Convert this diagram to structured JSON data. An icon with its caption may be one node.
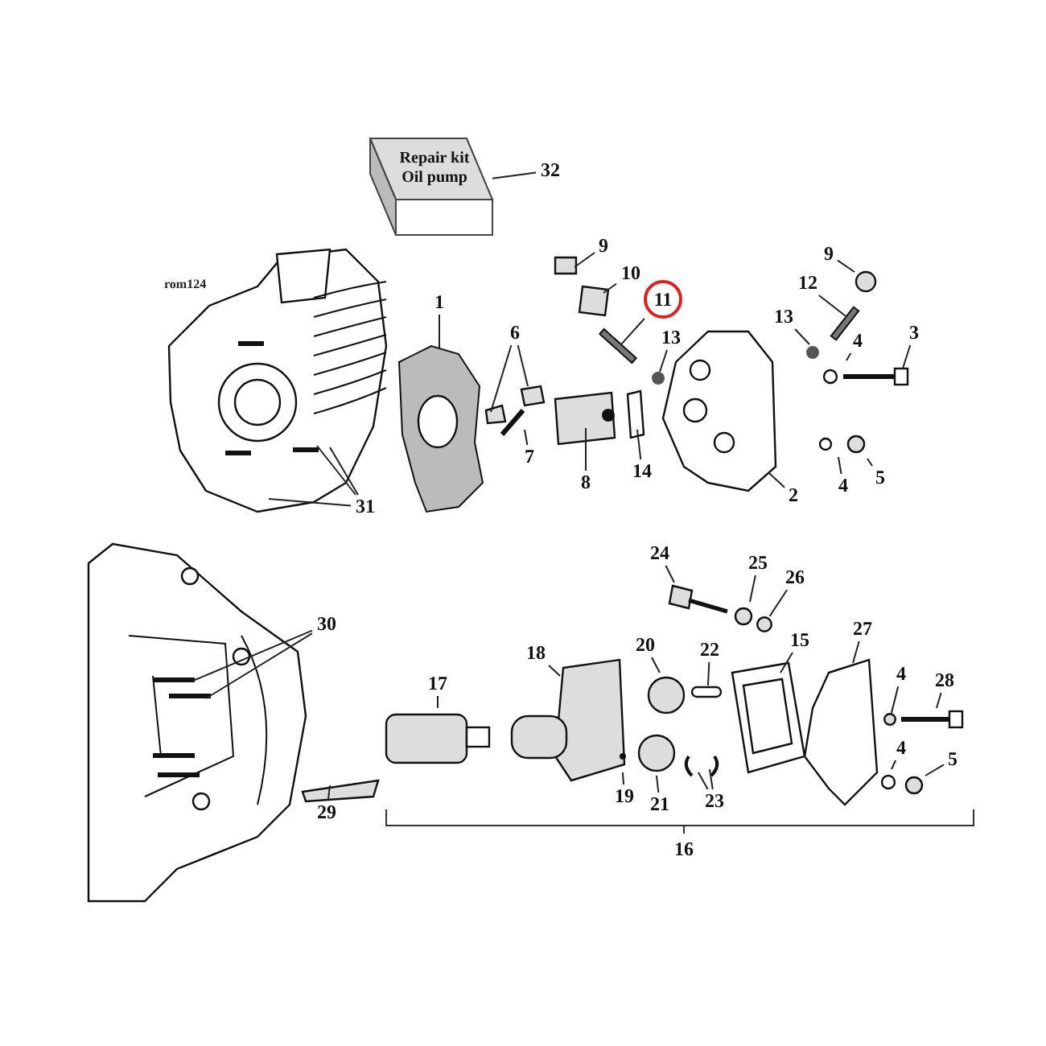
{
  "diagram": {
    "nodes": [
      {
        "text": [
          "Repair kit Oil pump"
        ]
      },
      {
        "text": [
          "32"
        ]
      },
      {
        "text": [
          "1"
        ]
      },
      {
        "text": [
          "6"
        ]
      },
      {
        "text": [
          "7"
        ]
      },
      {
        "text": [
          "8"
        ]
      },
      {
        "text": [
          "9"
        ]
      },
      {
        "text": [
          "10"
        ]
      },
      {
        "text": [
          "11"
        ]
      },
      {
        "text": [
          "13"
        ]
      },
      {
        "text": [
          "14"
        ]
      },
      {
        "text": [
          "9"
        ]
      },
      {
        "text": [
          "12"
        ]
      },
      {
        "text": [
          "13"
        ]
      },
      {
        "text": [
          "4"
        ]
      },
      {
        "text": [
          "3"
        ]
      },
      {
        "text": [
          "2"
        ]
      },
      {
        "text": [
          "4"
        ]
      },
      {
        "text": [
          "5"
        ]
      },
      {
        "text": [
          "31"
        ]
      },
      {
        "text": [
          "24"
        ]
      },
      {
        "text": [
          "25"
        ]
      },
      {
        "text": [
          "26"
        ]
      },
      {
        "text": [
          "30"
        ]
      },
      {
        "text": [
          "27"
        ]
      },
      {
        "text": [
          "15"
        ]
      },
      {
        "text": [
          "20"
        ]
      },
      {
        "text": [
          "22"
        ]
      },
      {
        "text": [
          "18"
        ]
      },
      {
        "text": [
          "4"
        ]
      },
      {
        "text": [
          "28"
        ]
      },
      {
        "text": [
          "17"
        ]
      },
      {
        "text": [
          "4"
        ]
      },
      {
        "text": [
          "5"
        ]
      },
      {
        "text": [
          "19"
        ]
      },
      {
        "text": [
          "21"
        ]
      },
      {
        "text": [
          "23"
        ]
      },
      {
        "text": [
          "29"
        ]
      },
      {
        "text": [],
        "shape": "picture"
      },
      {
        "text": [],
        "shape": "picture"
      },
      {
        "text": [],
        "shape": "circle"
      },
      {
        "text": [],
        "shape": "circle"
      }
    ],
    "edges": [
      {
        "from": 1,
        "to": 0,
        "arrow": "none"
      },
      {
        "from": 2,
        "to": null,
        "arrow": "none"
      },
      {
        "from": 3,
        "to": null,
        "arrow": "none"
      },
      {
        "from": 3,
        "to": null,
        "arrow": "none"
      },
      {
        "from": 4,
        "to": null,
        "arrow": "none"
      },
      {
        "from": 5,
        "to": null,
        "arrow": "none"
      },
      {
        "from": 6,
        "to": null,
        "arrow": "none"
      },
      {
        "from": 7,
        "to": null,
        "arrow": "none"
      },
      {
        "from": 8,
        "to": 38,
        "arrow": "none"
      },
      {
        "from": 9,
        "to": null,
        "arrow": "none"
      },
      {
        "from": 10,
        "to": null,
        "arrow": "none"
      },
      {
        "from": 11,
        "to": null,
        "arrow": "none"
      },
      {
        "from": 12,
        "to": 39,
        "arrow": "none"
      },
      {
        "from": 13,
        "to": null,
        "arrow": "none"
      },
      {
        "from": 14,
        "to": null,
        "arrow": "none"
      },
      {
        "from": 15,
        "to": null,
        "arrow": "none"
      },
      {
        "from": 16,
        "to": null,
        "arrow": "none"
      },
      {
        "from": 17,
        "to": null,
        "arrow": "none"
      },
      {
        "from": 18,
        "to": null,
        "arrow": "none"
      },
      {
        "from": 19,
        "to": null,
        "arrow": "none"
      },
      {
        "from": 19,
        "to": null,
        "arrow": "none"
      },
      {
        "from": 19,
        "to": null,
        "arrow": "none"
      },
      {
        "from": 20,
        "to": null,
        "arrow": "none"
      },
      {
        "from": 21,
        "to": null,
        "arrow": "none"
      },
      {
        "from": 22,
        "to": 40,
        "arrow": "none"
      },
      {
        "from": 23,
        "to": null,
        "arrow": "none"
      },
      {
        "from": 23,
        "to": null,
        "arrow": "none"
      },
      {
        "from": 24,
        "to": null,
        "arrow": "none"
      },
      {
        "from": 25,
        "to": null,
        "arrow": "none"
      },
      {
        "from": 26,
        "to": null,
        "arrow": "none"
      },
      {
        "from": 27,
        "to": null,
        "arrow": "none"
      },
      {
        "from": 28,
        "to": null,
        "arrow": "none"
      },
      {
        "from": 29,
        "to": 41,
        "arrow": "none"
      },
      {
        "from": 30,
        "to": null,
        "arrow": "none"
      },
      {
        "from": 31,
        "to": null,
        "arrow": "none"
      },
      {
        "from": 32,
        "to": null,
        "arrow": "none"
      },
      {
        "from": 33,
        "to": null,
        "arrow": "none"
      },
      {
        "from": 34,
        "to": null,
        "arrow": "none"
      },
      {
        "from": 35,
        "to": null,
        "arrow": "none"
      },
      {
        "from": 36,
        "to": null,
        "arrow": "none"
      },
      {
        "from": 36,
        "to": null,
        "arrow": "none"
      },
      {
        "from": 37,
        "to": null,
        "arrow": "none"
      }
    ],
    "labels": [
      "rom124",
      "16"
    ]
  }
}
